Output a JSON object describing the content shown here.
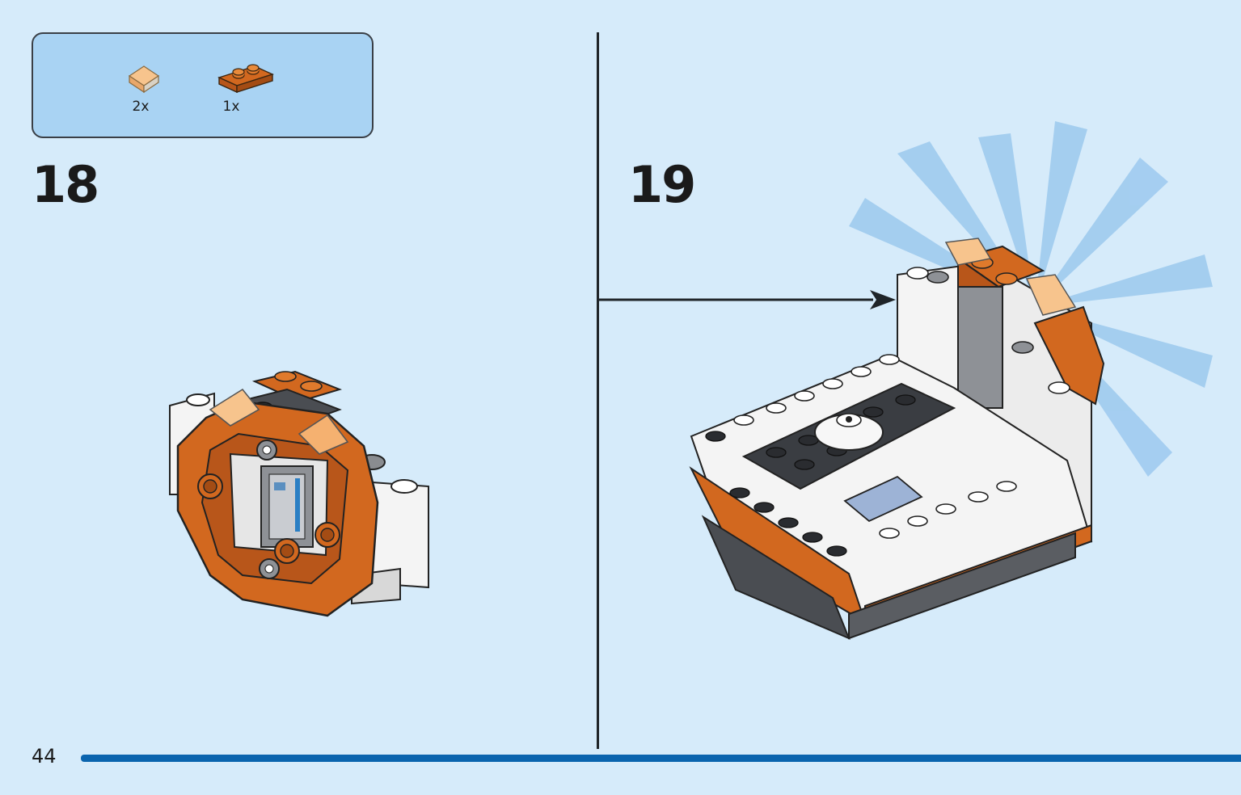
{
  "parts": [
    {
      "icon": "transparent-orange-slope-brick-icon",
      "quantity": "2x"
    },
    {
      "icon": "orange-plate-1x2-icon",
      "quantity": "1x"
    }
  ],
  "steps": [
    {
      "number": "18"
    },
    {
      "number": "19"
    }
  ],
  "page_number": "44",
  "colors": {
    "background": "#d6ebfa",
    "parts_box": "#a9d3f3",
    "orange": "#d2681f",
    "dark_gray": "#4a4d52",
    "white": "#ffffff",
    "page_bar": "#0a64ae"
  }
}
